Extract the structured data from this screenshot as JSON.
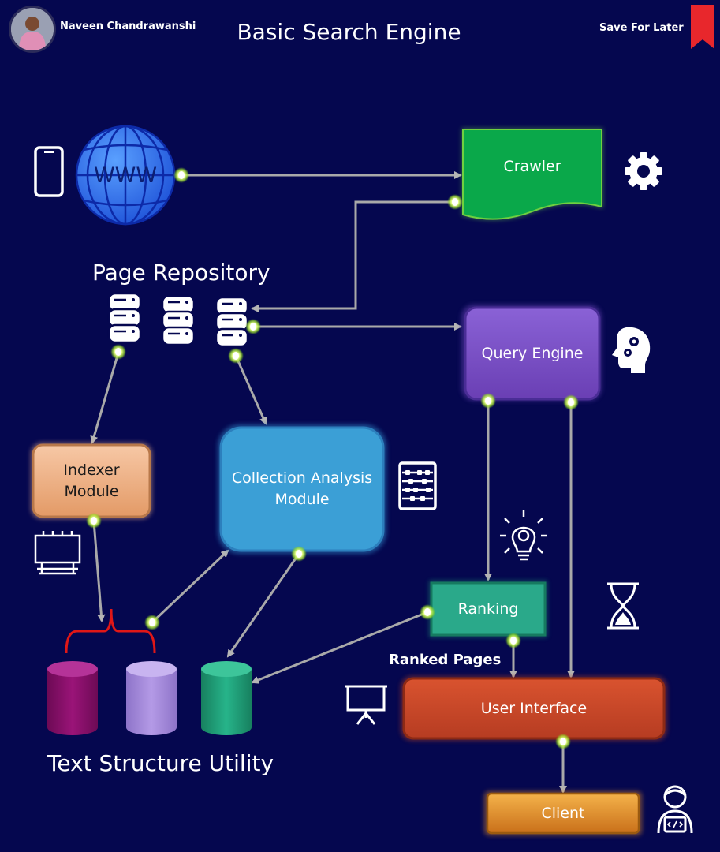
{
  "header": {
    "author": "Naveen Chandrawanshi",
    "title": "Basic Search Engine",
    "save_label": "Save For Later"
  },
  "globe": {
    "text": "WWW"
  },
  "nodes": {
    "crawler": "Crawler",
    "page_repository": "Page Repository",
    "query_engine": "Query Engine",
    "indexer": "Indexer Module",
    "collection_analysis": "Collection Analysis Module",
    "ranking": "Ranking",
    "ranked_pages": "Ranked Pages",
    "user_interface": "User Interface",
    "client": "Client",
    "text_structure": "Text Structure Utility"
  },
  "icons": [
    "user-avatar",
    "bookmark-icon",
    "mobile-phone-icon",
    "globe-icon",
    "gear-icon",
    "database-icon",
    "brain-gears-icon",
    "abacus-icon",
    "billboard-icon",
    "lightbulb-icon",
    "hourglass-icon",
    "presentation-board-icon",
    "developer-icon",
    "cylinder-icon"
  ],
  "colors": {
    "background": "#05074f",
    "crawler": "#0aa84a",
    "query_engine": "#7a4fc4",
    "indexer": "#f0b38a",
    "collection_analysis": "#3b9fd6",
    "ranking": "#2aa98a",
    "user_interface": "#c9482a",
    "client": "#e08a25",
    "arrow": "#a9a9a9",
    "connector_glow": "#b7ff3c",
    "bookmark": "#e8272c",
    "brace": "#e01717",
    "cyl_purple": "#8a0f6b",
    "cyl_lavender": "#a78bd9",
    "cyl_teal": "#1f9e78"
  }
}
